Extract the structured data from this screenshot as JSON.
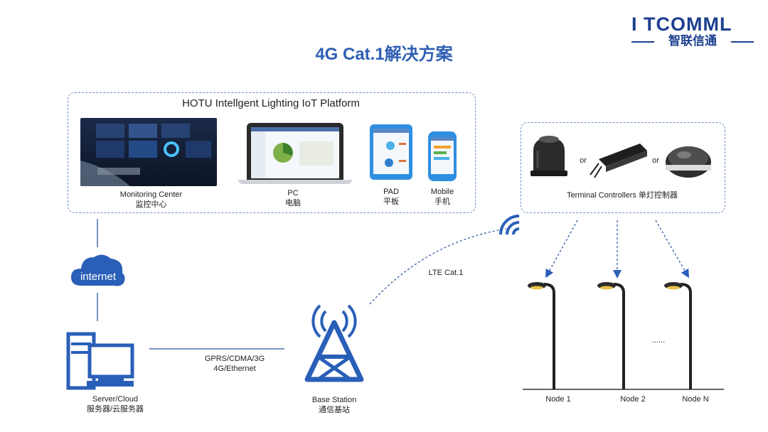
{
  "header": {
    "title": "4G Cat.1解决方案"
  },
  "logo": {
    "brand_top": "I TCOMML",
    "brand_bottom": "智联信通"
  },
  "platform": {
    "title": "HOTU Intellgent Lighting IoT Platform",
    "devices": [
      {
        "label_en": "Monitoring Center",
        "label_cn": "监控中心"
      },
      {
        "label_en": "PC",
        "label_cn": "电脑"
      },
      {
        "label_en": "PAD",
        "label_cn": "平板"
      },
      {
        "label_en": "Mobile",
        "label_cn": "手机"
      }
    ]
  },
  "controllers": {
    "label": "Terminal Controllers 单灯控制器",
    "or1": "or",
    "or2": "or"
  },
  "network": {
    "internet": "internet",
    "server_en": "Server/Cloud",
    "server_cn": "服务器/云服务器",
    "link_line1": "GPRS/CDMA/3G",
    "link_line2": "4G/Ethernet",
    "base_en": "Base Station",
    "base_cn": "通信基站",
    "lte": "LTE Cat.1"
  },
  "nodes": {
    "node1": "Node 1",
    "node2": "Node 2",
    "nodeN": "Node N",
    "ellipsis": "......"
  },
  "colors": {
    "accent": "#2f5fb3",
    "icon_blue": "#2a5fb8",
    "dashed": "#6f8fc4"
  }
}
